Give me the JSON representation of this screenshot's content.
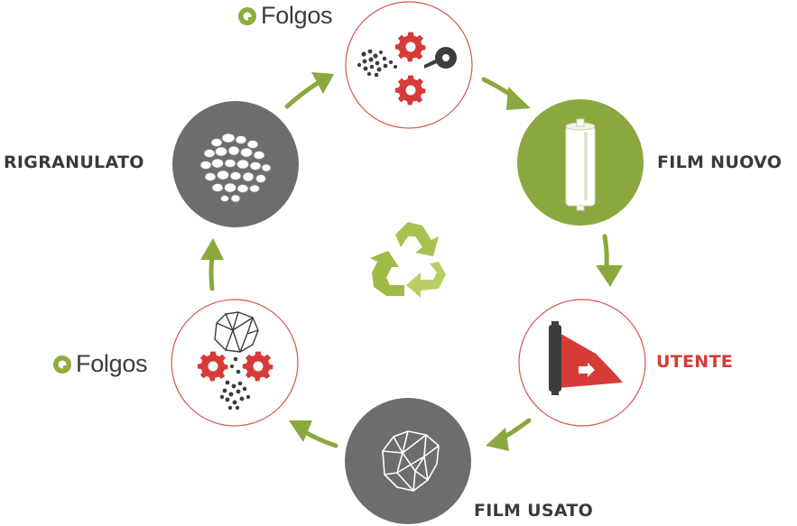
{
  "brand": {
    "name": "Folgos",
    "accent": "#8fac3c",
    "logo_icon": "q-logo-icon"
  },
  "nodes": {
    "production": {
      "icon": "gears-granules-roll-icon"
    },
    "new_film": {
      "label": "FILM NUOVO",
      "icon": "film-roll-icon"
    },
    "user": {
      "label": "UTENTE",
      "icon": "film-wrapping-icon"
    },
    "used_film": {
      "label": "FILM USATO",
      "icon": "crumpled-film-icon"
    },
    "recycling": {
      "icon": "crumpled-gears-granules-icon"
    },
    "regranulate": {
      "label": "RIGRANULATO",
      "icon": "granules-icon"
    }
  },
  "center": {
    "icon": "recycle-icon"
  },
  "colors": {
    "green": "#8ba83f",
    "gray": "#6d6d6d",
    "red": "#d63b37",
    "ring_red": "#d9534f",
    "text": "#3a3a3a"
  }
}
